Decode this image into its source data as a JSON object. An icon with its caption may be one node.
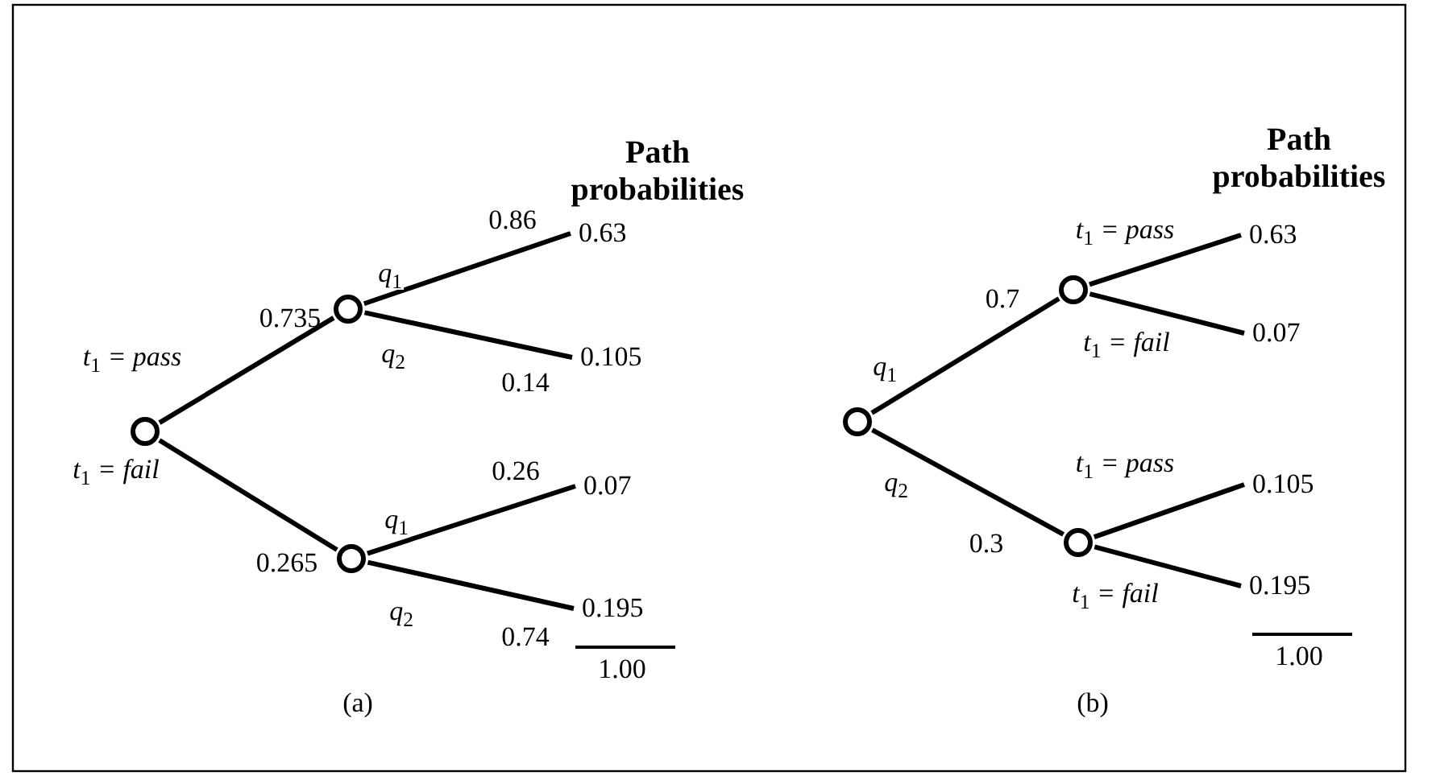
{
  "diagram": {
    "nodes": [
      {
        "text": [],
        "shape": "circle"
      },
      {
        "text": [],
        "shape": "circle"
      },
      {
        "text": [],
        "shape": "circle"
      },
      {
        "text": [
          "0.63"
        ]
      },
      {
        "text": [
          "0.105"
        ]
      },
      {
        "text": [
          "0.07"
        ]
      },
      {
        "text": [
          "0.195"
        ]
      },
      {
        "text": [],
        "shape": "circle"
      },
      {
        "text": [],
        "shape": "circle"
      },
      {
        "text": [],
        "shape": "circle"
      },
      {
        "text": [
          "0.63"
        ]
      },
      {
        "text": [
          "0.07"
        ]
      },
      {
        "text": [
          "0.105"
        ]
      },
      {
        "text": [
          "0.195"
        ]
      }
    ],
    "edges": [
      {
        "from": 0,
        "to": 1,
        "arrow": "none",
        "label": "t$_{1}$ = pass"
      },
      {
        "from": 0,
        "to": 2,
        "arrow": "none",
        "label": "t$_{1}$ = fail"
      },
      {
        "from": 1,
        "to": 3,
        "arrow": "none",
        "label": "q$_{1}$"
      },
      {
        "from": 1,
        "to": 4,
        "arrow": "none",
        "label": "q$_{2}$"
      },
      {
        "from": 2,
        "to": 5,
        "arrow": "none",
        "label": "q$_{1}$"
      },
      {
        "from": 2,
        "to": 6,
        "arrow": "none",
        "label": "q$_{2}$"
      },
      {
        "from": 7,
        "to": 8,
        "arrow": "none",
        "label": "q$_{1}$"
      },
      {
        "from": 7,
        "to": 9,
        "arrow": "none",
        "label": "q$_{2}$"
      },
      {
        "from": 8,
        "to": 10,
        "arrow": "none",
        "label": "t$_{1}$ = pass"
      },
      {
        "from": 8,
        "to": 11,
        "arrow": "none",
        "label": "t$_{1}$ = fail"
      },
      {
        "from": 9,
        "to": 12,
        "arrow": "none",
        "label": "t$_{1}$ = pass"
      },
      {
        "from": 9,
        "to": 13,
        "arrow": "none",
        "label": "t$_{1}$ = fail"
      }
    ],
    "labels": [
      "Path probabilities",
      "0.86",
      "0.735",
      "0.14",
      "0.26",
      "0.265",
      "0.74",
      "1.00",
      "(a)",
      "Path probabilities",
      "0.7",
      "0.3",
      "1.00",
      "(b)"
    ]
  }
}
